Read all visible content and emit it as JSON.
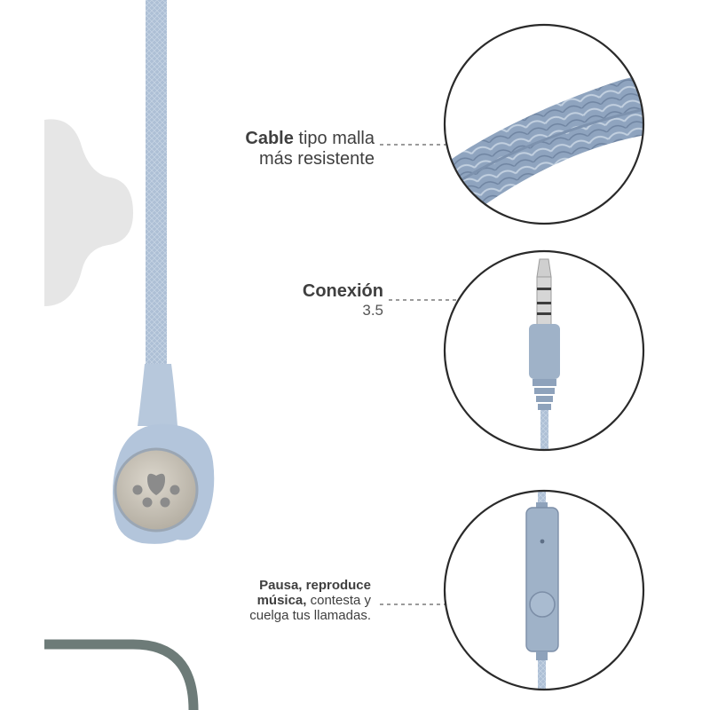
{
  "callouts": {
    "cable": {
      "bold": "Cable",
      "rest_line1": " tipo malla",
      "line2": "más resistente"
    },
    "connection": {
      "bold": "Conexión",
      "line2": "3.5"
    },
    "controls": {
      "line1_bold": "Pausa, reproduce",
      "line2_bold": "música,",
      "line2_rest": " contesta y",
      "line3": "cuelga tus llamadas."
    }
  },
  "colors": {
    "cable": "#adbfd5",
    "cable_dark": "#8fa4bf",
    "jack_metal": "#c9c9c9",
    "earbud_cap": "#c7c2b8",
    "paw": "#8b8b8b",
    "deco_gray": "#e6e6e6",
    "deco_green": "#6d7b78",
    "text": "#3f3f3f"
  },
  "icons": [
    "paw-icon",
    "headphone-jack-icon",
    "inline-remote-icon"
  ]
}
